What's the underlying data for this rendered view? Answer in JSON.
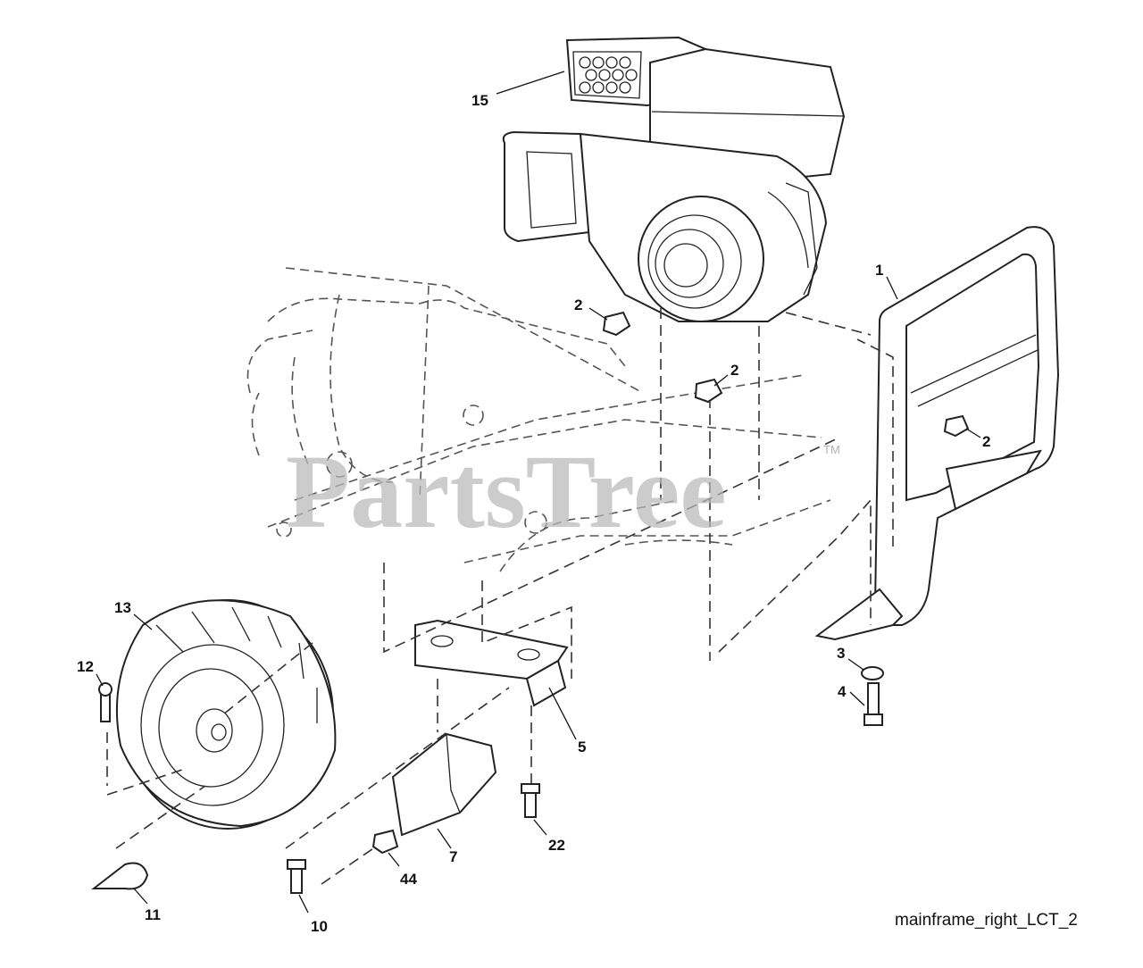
{
  "watermark": {
    "text": "PartsTree",
    "trademark": "TM"
  },
  "caption": "mainframe_right_LCT_2",
  "callouts": [
    "15",
    "2",
    "2",
    "2",
    "1",
    "13",
    "12",
    "3",
    "4",
    "5",
    "22",
    "7",
    "44",
    "11",
    "10"
  ]
}
